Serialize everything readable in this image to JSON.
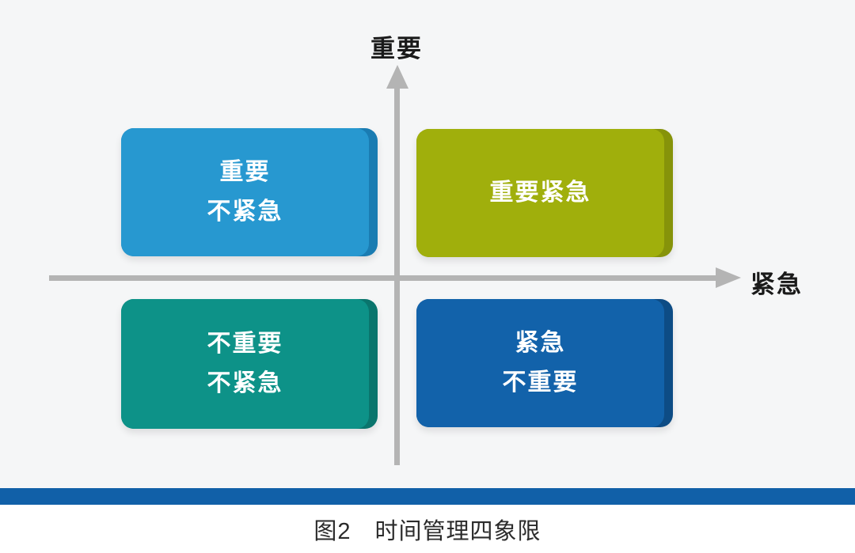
{
  "page": {
    "diagram_background": "#f5f6f7",
    "footer_background": "#ffffff"
  },
  "axes": {
    "y_label": "重要",
    "x_label": "紧急",
    "color": "#b4b4b4"
  },
  "quadrants": {
    "top_left": {
      "lines": [
        "重要",
        "不紧急"
      ],
      "fill": "#2798d0",
      "edge": "#1a7cb2"
    },
    "top_right": {
      "lines": [
        "重要紧急"
      ],
      "fill": "#a0af0c",
      "edge": "#86930a"
    },
    "bottom_left": {
      "lines": [
        "不重要",
        "不紧急"
      ],
      "fill": "#0d9288",
      "edge": "#0a756d"
    },
    "bottom_right": {
      "lines": [
        "紧急",
        "不重要"
      ],
      "fill": "#1262aa",
      "edge": "#0d4c85"
    }
  },
  "divider_bar": {
    "color": "#1160a8"
  },
  "caption": {
    "text": "图2　时间管理四象限"
  }
}
